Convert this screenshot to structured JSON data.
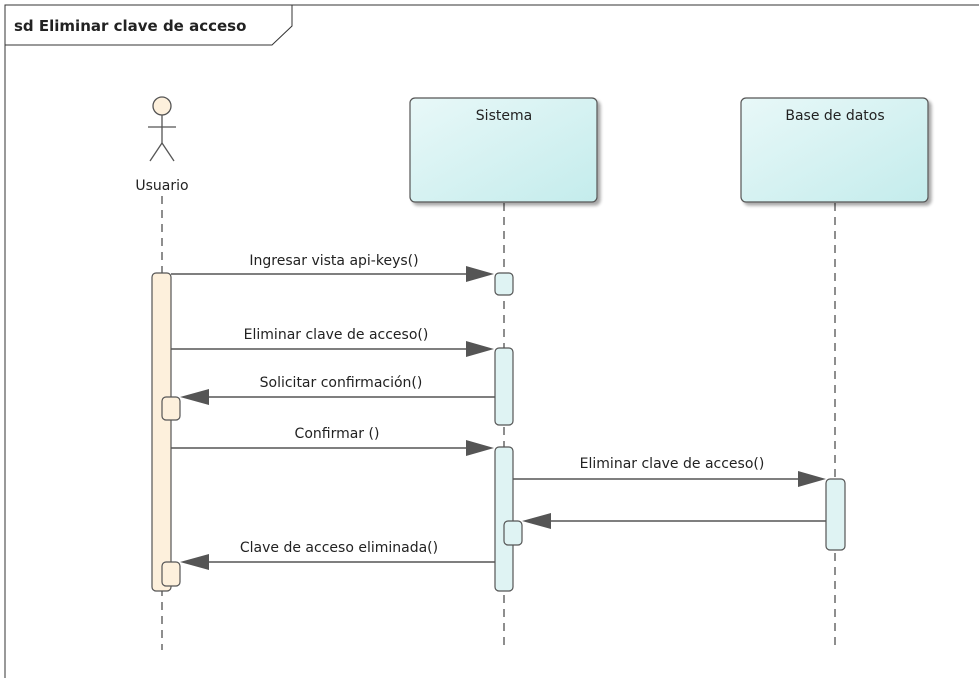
{
  "frame": {
    "title": "sd Eliminar clave de acceso"
  },
  "actor": {
    "name": "Usuario",
    "icon": "stick-figure-icon"
  },
  "lifelines": [
    {
      "name": "Sistema"
    },
    {
      "name": "Base de datos"
    }
  ],
  "messages": [
    {
      "label": "Ingresar vista api-keys()"
    },
    {
      "label": "Eliminar clave de acceso()"
    },
    {
      "label": "Solicitar confirmación()"
    },
    {
      "label": "Confirmar ()"
    },
    {
      "label": "Eliminar clave de acceso()"
    },
    {
      "label": ""
    },
    {
      "label": "Clave de acceso eliminada()"
    }
  ],
  "colors": {
    "actor_activation": "#fdf0dc",
    "lifeline_box": "#d2f0f0",
    "lifeline_box_edge": "#e6f7f7",
    "activation": "#dff3f3",
    "line": "#555555",
    "frame_border": "#333333"
  }
}
